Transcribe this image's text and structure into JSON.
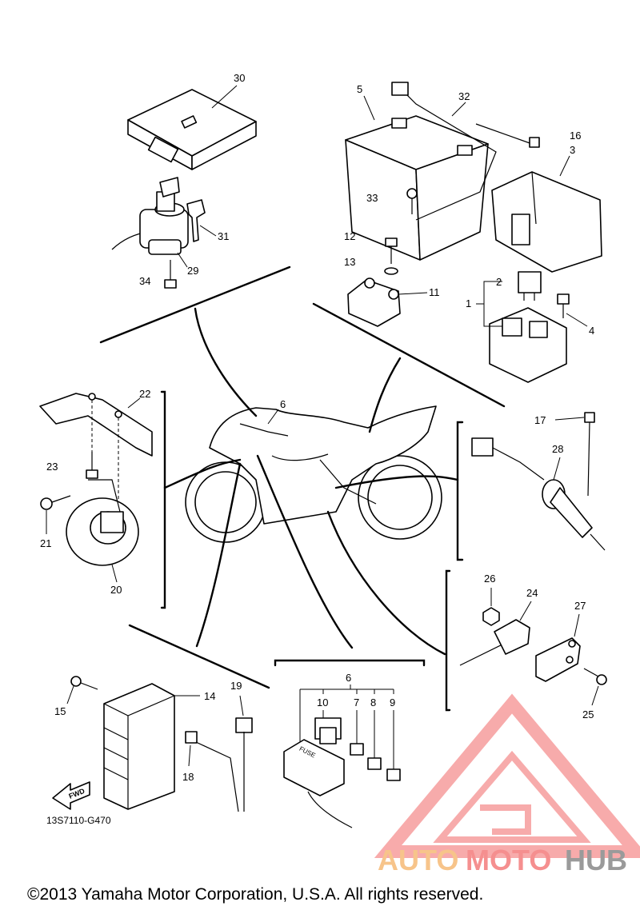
{
  "diagram": {
    "reference_code": "13S7110-G470",
    "copyright": "©2013 Yamaha Motor Corporation, U.S.A. All rights reserved.",
    "fwd_label": "FWD",
    "fuse_label": "FUSE",
    "watermark": {
      "part1": "AUTO",
      "part2": "MOTO",
      "part3": "HUB"
    },
    "callouts": {
      "c1": "1",
      "c2": "2",
      "c3": "3",
      "c4": "4",
      "c5": "5",
      "c6": "6",
      "c6b": "6",
      "c7": "7",
      "c8": "8",
      "c9": "9",
      "c10": "10",
      "c11": "11",
      "c12": "12",
      "c13": "13",
      "c14": "14",
      "c15": "15",
      "c16": "16",
      "c17": "17",
      "c18": "18",
      "c19": "19",
      "c20": "20",
      "c21": "21",
      "c22": "22",
      "c23": "23",
      "c24": "24",
      "c25": "25",
      "c26": "26",
      "c27": "27",
      "c28": "28",
      "c29": "29",
      "c30": "30",
      "c31": "31",
      "c32": "32",
      "c33": "33",
      "c34": "34"
    },
    "colors": {
      "line": "#000000",
      "watermark_red": "#f58f8f",
      "watermark_orange": "#f7c48a",
      "watermark_gray": "#9a9a9a"
    }
  }
}
